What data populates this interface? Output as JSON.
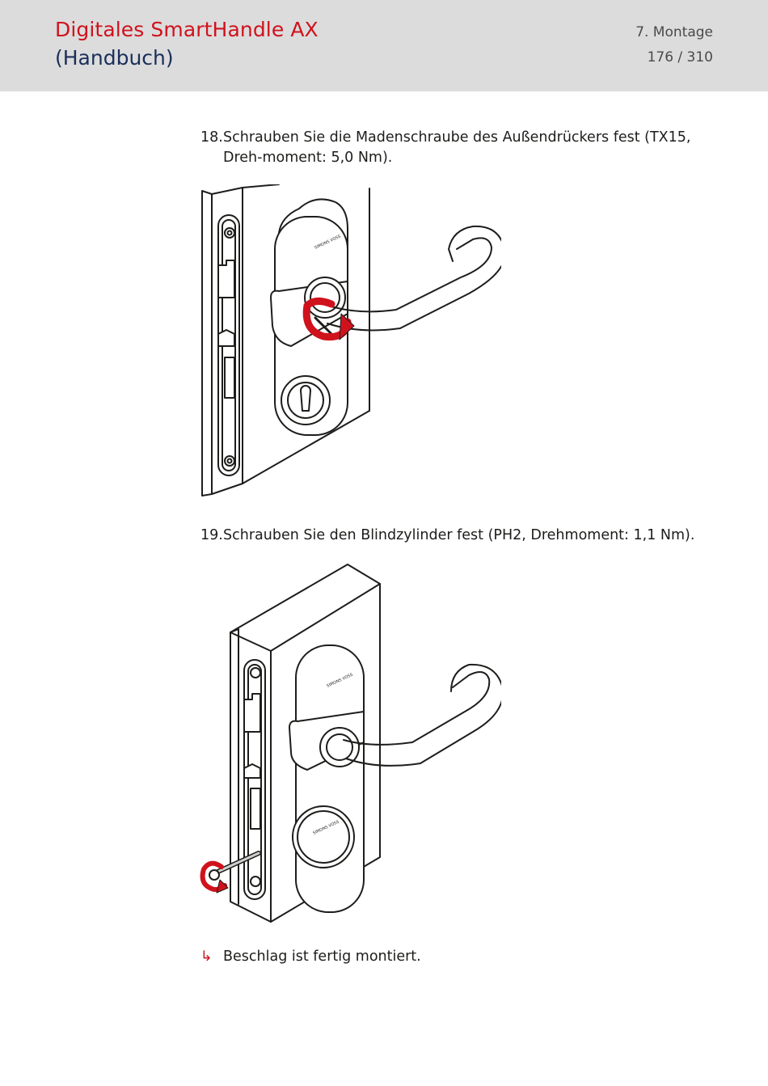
{
  "header": {
    "title_line1": "Digitales SmartHandle AX",
    "title_line2": "(Handbuch)",
    "chapter": "7. Montage",
    "page": "176 / 310"
  },
  "steps": [
    {
      "number": "18.",
      "text": "Schrauben Sie die Madenschraube des Außendrückers fest (TX15, Dreh-moment: 5,0 Nm)."
    },
    {
      "number": "19.",
      "text": "Schrauben Sie den Blindzylinder fest (PH2, Drehmoment: 1,1 Nm)."
    }
  ],
  "result": {
    "icon": "result-arrow-icon",
    "text": "Beschlag ist fertig montiert."
  },
  "colors": {
    "brand_red": "#d0121d",
    "brand_navy": "#1b2f5a",
    "header_bg": "#dcdcdc"
  }
}
